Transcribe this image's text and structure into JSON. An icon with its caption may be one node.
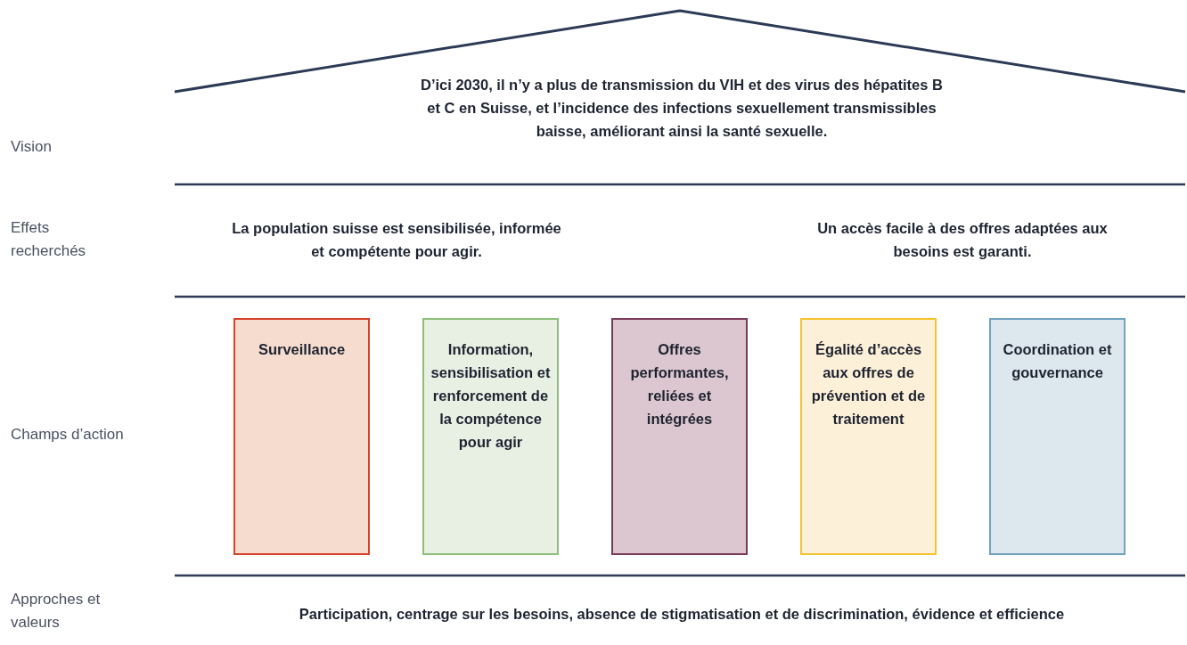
{
  "diagram": {
    "nodes": [
      {
        "text": [
          "Surveillance"
        ]
      },
      {
        "text": [
          "Information, sensibilisation et renforcement de la compétence pour agir"
        ]
      },
      {
        "text": [
          "Offres performantes, reliées et intégrées"
        ]
      },
      {
        "text": [
          "Égalité d’accès aux offres de prévention et de traitement"
        ]
      },
      {
        "text": [
          "Coordination et gouvernance"
        ]
      }
    ],
    "labels": [
      "D’ici 2030, il n’y a plus de transmission du VIH et des virus des hépatites B et C en Suisse, et l’incidence des infections sexuellement transmissibles baisse, améliorant ainsi la santé sexuelle.",
      "Vision",
      "Effets recherchés",
      "La population suisse est sensibilisée, informée et compétente pour agir.",
      "Un accès facile à des offres adaptées aux besoins est garanti.",
      "Champs d’action",
      "Approches et valeurs",
      "Participation, centrage sur les besoins, absence de stigmatisation et de discrimination, évidence et efficience"
    ]
  }
}
